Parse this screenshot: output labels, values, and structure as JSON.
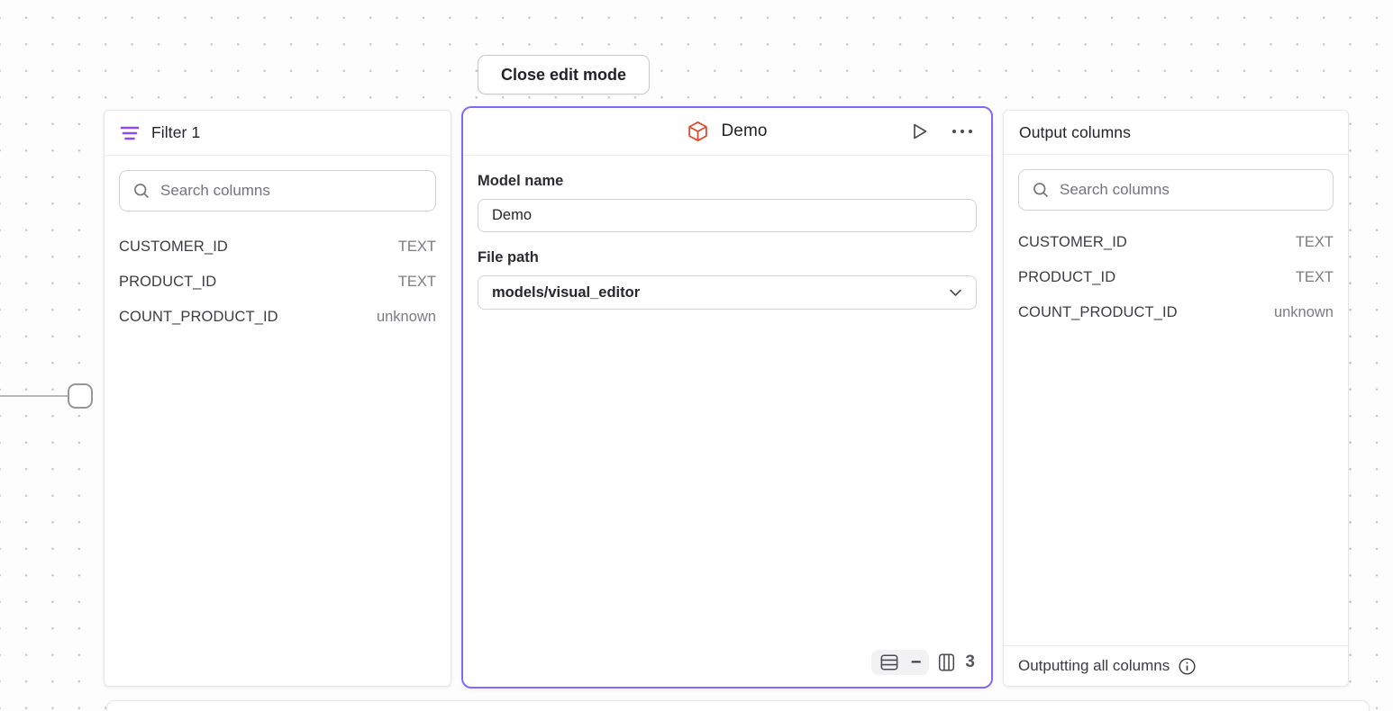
{
  "canvas": {
    "close_button_label": "Close edit mode"
  },
  "filter_panel": {
    "title": "Filter 1",
    "search_placeholder": "Search columns",
    "columns": [
      {
        "name": "CUSTOMER_ID",
        "type": "TEXT"
      },
      {
        "name": "PRODUCT_ID",
        "type": "TEXT"
      },
      {
        "name": "COUNT_PRODUCT_ID",
        "type": "unknown"
      }
    ]
  },
  "model_panel": {
    "title": "Demo",
    "model_name_label": "Model name",
    "model_name_value": "Demo",
    "file_path_label": "File path",
    "file_path_value": "models/visual_editor",
    "row_count_placeholder": "−",
    "column_count": "3"
  },
  "output_panel": {
    "title": "Output columns",
    "search_placeholder": "Search columns",
    "columns": [
      {
        "name": "CUSTOMER_ID",
        "type": "TEXT"
      },
      {
        "name": "PRODUCT_ID",
        "type": "TEXT"
      },
      {
        "name": "COUNT_PRODUCT_ID",
        "type": "unknown"
      }
    ],
    "footer_text": "Outputting all columns"
  },
  "icons": {
    "filter": "filter-lines",
    "model": "cube",
    "run": "play",
    "menu": "ellipsis",
    "search": "magnifier",
    "dropdown": "chevron-down",
    "rows": "table-rows",
    "columns": "table-columns",
    "info": "info-circle"
  },
  "colors": {
    "selection_purple": "#7d6cf1",
    "filter_icon_purple": "#8b4cf0",
    "model_icon_orange": "#e2482a",
    "panel_border": "#e7e7ea",
    "text_dark": "#26272b",
    "text_gray": "#7b7c82"
  }
}
